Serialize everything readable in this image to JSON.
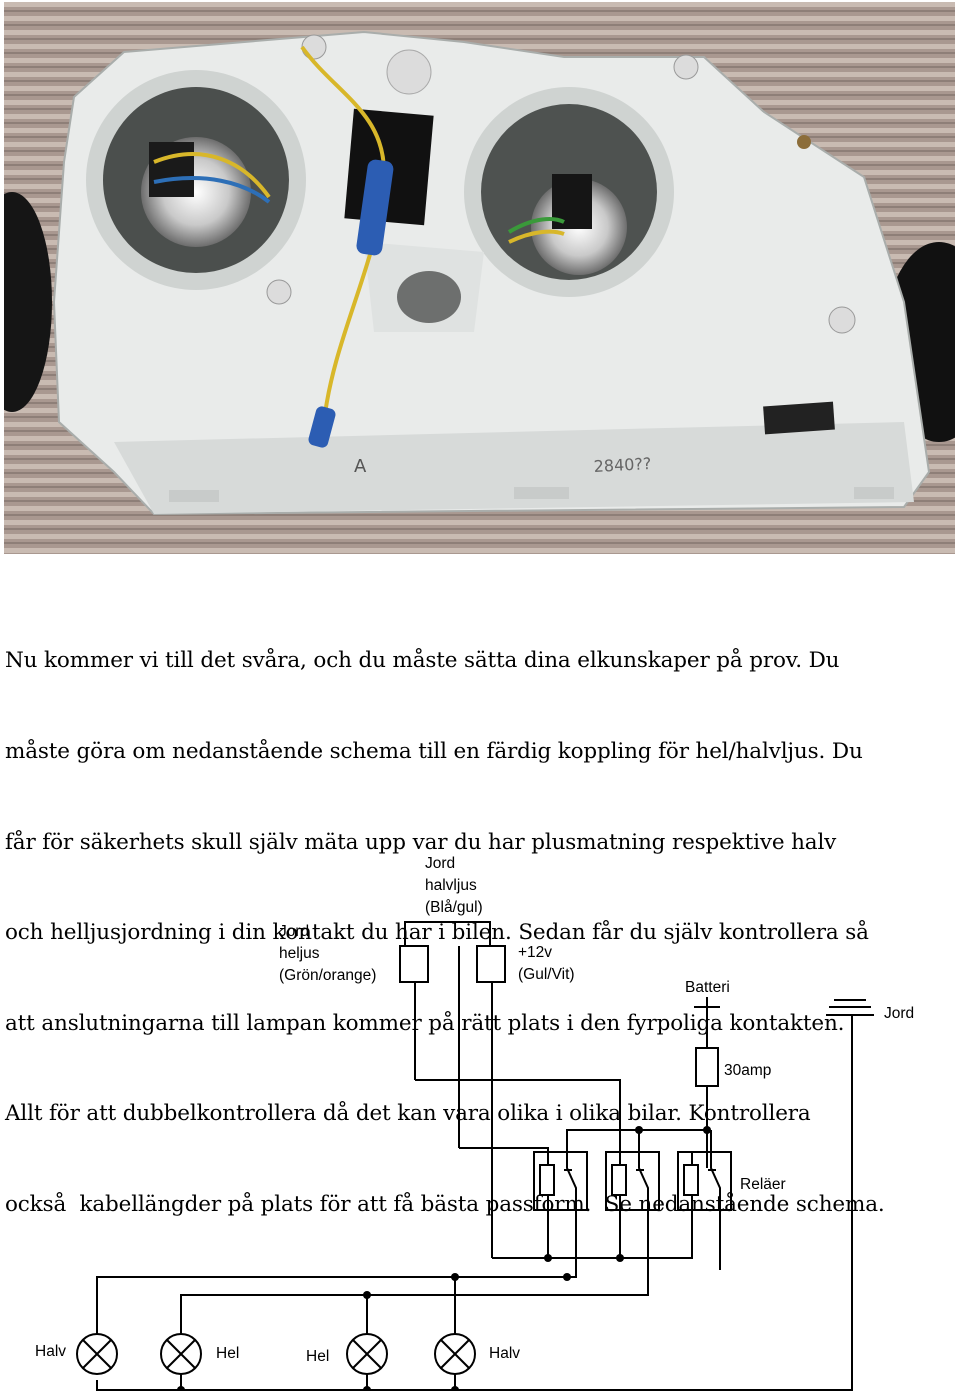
{
  "photo": {
    "alt_label": "headlight-housing-photo",
    "housing_marking": "A",
    "housing_number": "2840??"
  },
  "body_text": {
    "lines": [
      "Nu kommer vi till det svåra, och du måste sätta dina elkunskaper på prov. Du",
      "måste göra om nedanstående schema till en färdig koppling för hel/halvljus. Du",
      "får för säkerhets skull själv mäta upp var du har plusmatning respektive halv",
      "och helljusjordning i din kontakt du har i bilen. Sedan får du själv kontrollera så",
      "att anslutningarna till lampan kommer på rätt plats i den fyrpoliga kontakten.",
      "Allt för att dubbelkontrollera då det kan vara olika i olika bilar. Kontrollera",
      "också  kabellängder på plats för att få bästa passform.  Se nedanstående schema."
    ]
  },
  "schematic": {
    "labels": {
      "jord_halvljus": [
        "Jord",
        "halvljus",
        "(Blå/gul)"
      ],
      "jord_heljus": [
        "Jord",
        "heljus",
        "(Grön/orange)"
      ],
      "plus12v": [
        "+12v",
        "(Gul/Vit)"
      ],
      "batteri": "Batteri",
      "fuse": "30amp",
      "jord_ground": "Jord",
      "relays": "Reläer",
      "lamp1": "Halv",
      "lamp2": "Hel",
      "lamp3": "Hel",
      "lamp4": "Halv"
    }
  }
}
